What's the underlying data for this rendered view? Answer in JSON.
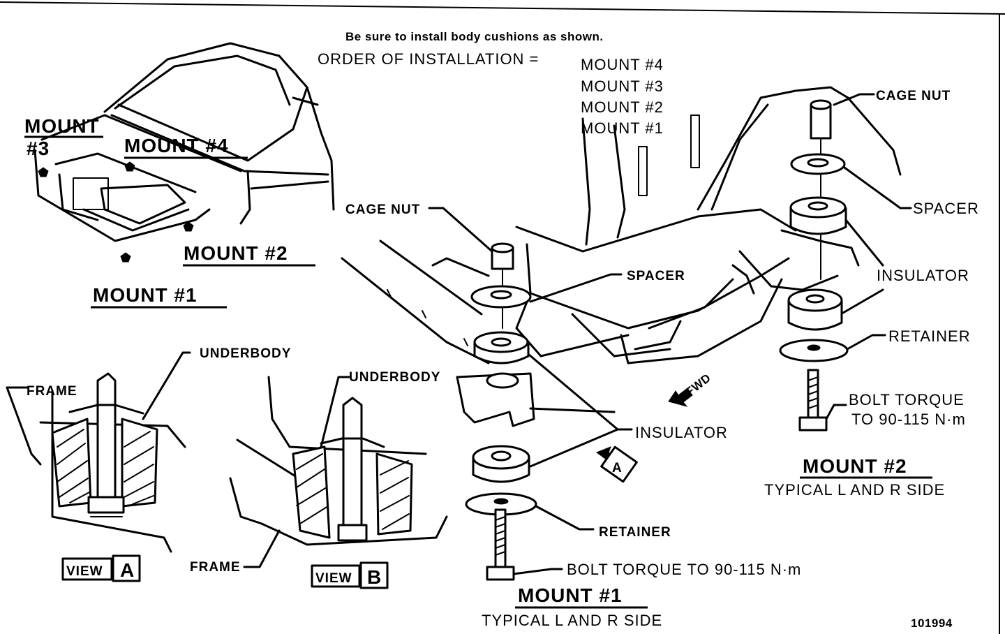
{
  "header": {
    "note": "Be sure to install body cushions as shown.",
    "order_label": "ORDER OF INSTALLATION =",
    "order": [
      "MOUNT #4",
      "MOUNT #3",
      "MOUNT #2",
      "MOUNT #1"
    ]
  },
  "vehicle_callouts": {
    "mount3_line1": "MOUNT",
    "mount3_line2": "#3",
    "mount4": "MOUNT #4",
    "mount2": "MOUNT #2",
    "mount1": "MOUNT #1"
  },
  "section_views": {
    "view_a": {
      "frame": "FRAME",
      "underbody": "UNDERBODY",
      "caption_word": "VIEW",
      "caption_letter": "A"
    },
    "view_b": {
      "frame": "FRAME",
      "underbody": "UNDERBODY",
      "caption_word": "VIEW",
      "caption_letter": "B"
    }
  },
  "mount1": {
    "cage_nut": "CAGE NUT",
    "spacer": "SPACER",
    "insulator": "INSULATOR",
    "retainer": "RETAINER",
    "bolt": "BOLT TORQUE TO 90-115 N·m",
    "title": "MOUNT #1",
    "subtitle": "TYPICAL L AND R SIDE"
  },
  "mount2": {
    "cage_nut": "CAGE NUT",
    "spacer": "SPACER",
    "insulator": "INSULATOR",
    "retainer": "RETAINER",
    "bolt_line1": "BOLT TORQUE",
    "bolt_line2": "TO 90-115 N·m",
    "title": "MOUNT #2",
    "subtitle": "TYPICAL L AND R SIDE"
  },
  "arrows": {
    "fwd": "FWD",
    "view_ref": "A"
  },
  "figure_number": "101994"
}
